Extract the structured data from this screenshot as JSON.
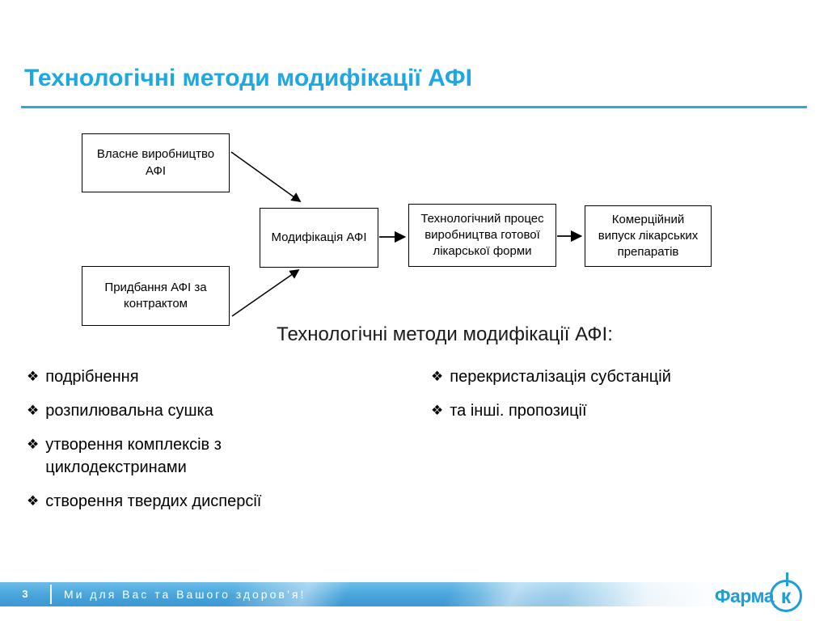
{
  "title": "Технологічні методи модифікації АФІ",
  "diagram": {
    "boxes": {
      "own_production": "Власне виробництво АФІ",
      "contract_purchase": "Придбання АФІ за контрактом",
      "modification": "Модифікація АФІ",
      "tech_process": "Технологічний процес виробництва готової лікарської форми",
      "commercial_release": "Комерційний випуск лікарських препаратів"
    },
    "caption": "Технологічні методи модифікації АФІ:"
  },
  "bullets": {
    "marker": "❖",
    "left": [
      "подрібнення",
      "розпилювальна сушка",
      "утворення комплексів з циклодекстринами",
      "створення твердих дисперсії"
    ],
    "right": [
      "перекристалізація субстанцій",
      "та інші. пропозиції"
    ]
  },
  "footer": {
    "page_number": "3",
    "slogan": "Ми для Вас та Вашого здоров’я!",
    "logo_main": "Фарма",
    "logo_k": "к"
  },
  "colors": {
    "title_blue": "#1ea7e0",
    "rule_blue": "#29abe2",
    "footer_bar_blue": "#4aa6dc",
    "logo_blue": "#1b9ed9"
  }
}
